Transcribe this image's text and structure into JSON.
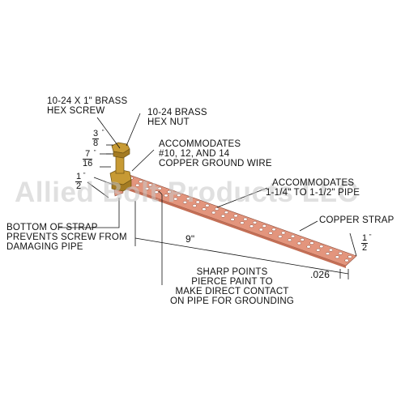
{
  "colors": {
    "copper": "#e3957d",
    "copper_dark": "#c46f56",
    "brass": "#c79a34",
    "line": "#111111"
  },
  "watermark": "Allied Bolt Products LLC",
  "labels": {
    "screw_line1": "10-24 X 1\" BRASS",
    "screw_line2": "HEX SCREW",
    "nut_line1": "10-24 BRASS",
    "nut_line2": "HEX NUT",
    "wire_line1": "ACCOMMODATES",
    "wire_line2": "#10, 12, AND 14",
    "wire_line3": "COPPER GROUND WIRE",
    "pipe_line1": "ACCOMMODATES",
    "pipe_line2": "1-1/4\" TO 1-1/2\" PIPE",
    "strap": "COPPER STRAP",
    "bottom_line1": "BOTTOM OF STRAP",
    "bottom_line2": "PREVENTS SCREW FROM",
    "bottom_line3": "DAMAGING PIPE",
    "sharp_line1": "SHARP POINTS",
    "sharp_line2": "PIERCE PAINT TO",
    "sharp_line3": "MAKE DIRECT CONTACT",
    "sharp_line4": "ON PIPE FOR GROUNDING"
  },
  "dimensions": {
    "screw_height": {
      "num": "3",
      "den": "8",
      "unit": "\""
    },
    "nut_height": {
      "num": "7",
      "den": "16",
      "unit": "\""
    },
    "strap_width_left": {
      "num": "1",
      "den": "2",
      "unit": "\""
    },
    "strap_width_right": {
      "num": "1",
      "den": "2",
      "unit": "\""
    },
    "length": "9\"",
    "thickness": ".026"
  }
}
